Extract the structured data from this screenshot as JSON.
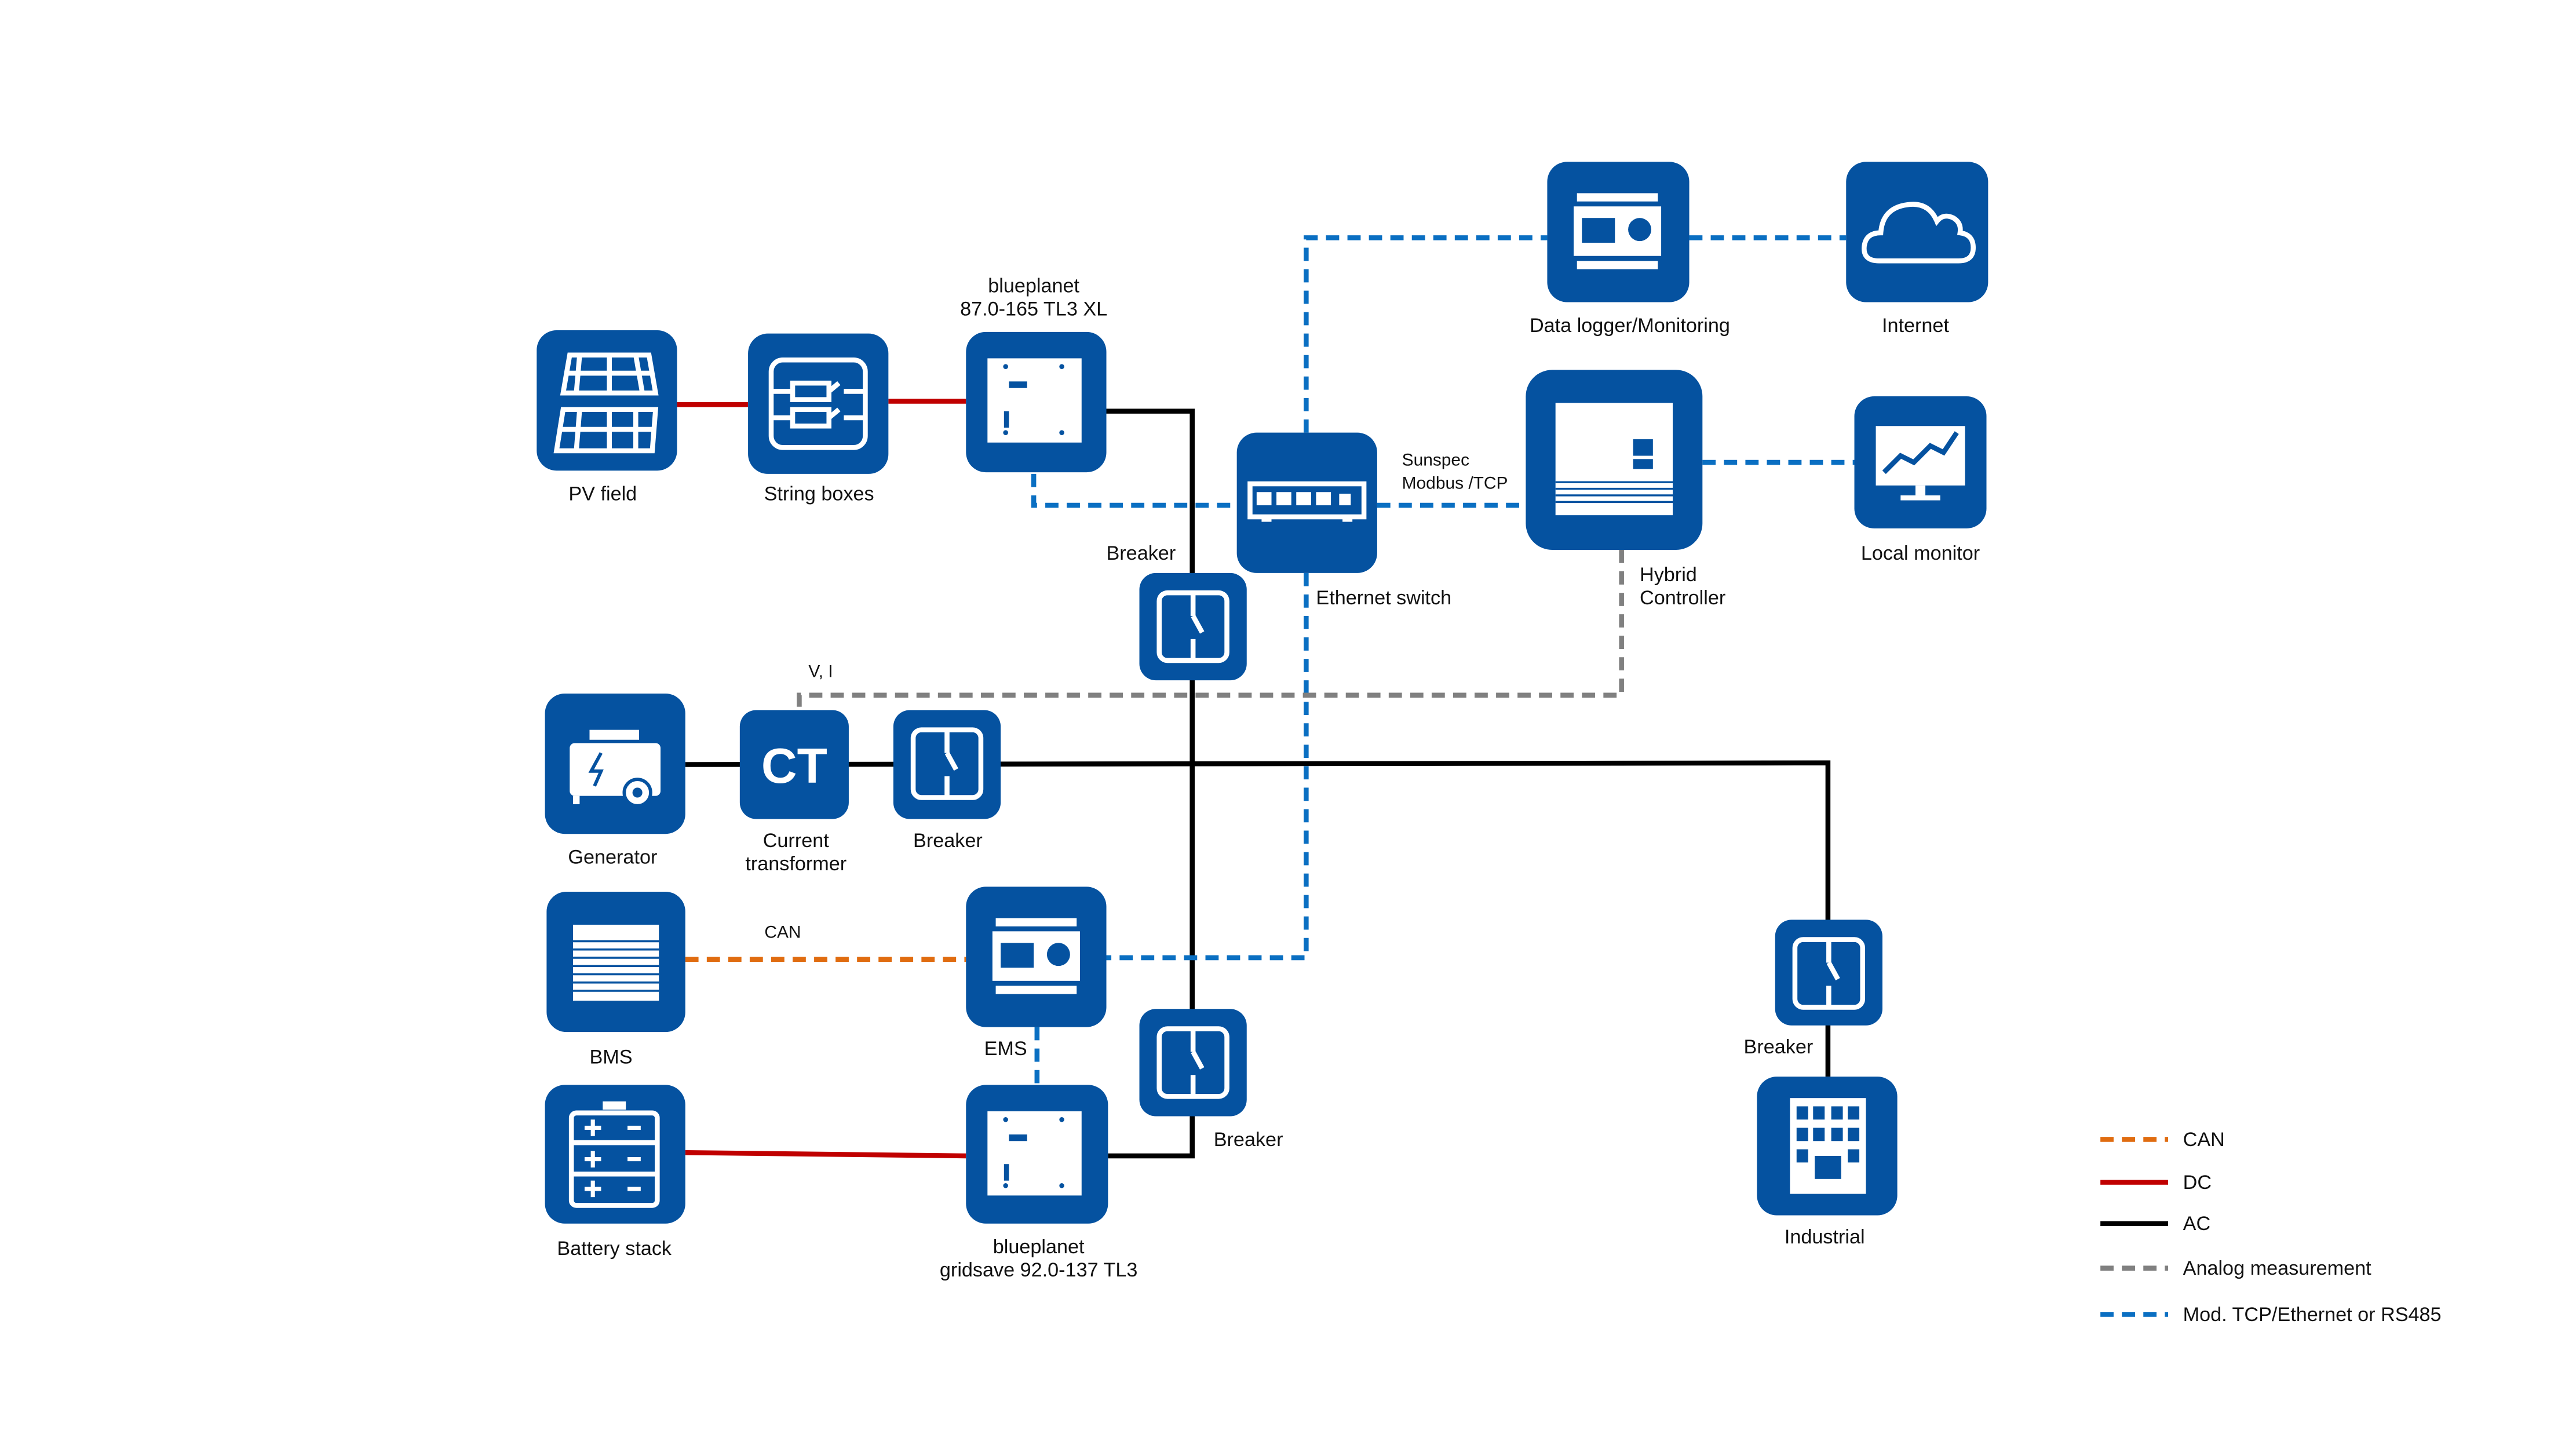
{
  "colors": {
    "device": "#0552a0",
    "can": "#e06c10",
    "dc": "#c00000",
    "ac": "#000000",
    "analog": "#808080",
    "network": "#0a6fc2"
  },
  "nodes": {
    "pv_field": {
      "label": "PV field",
      "icon": "solar-panel-icon"
    },
    "string_boxes": {
      "label": "String boxes",
      "icon": "string-box-icon"
    },
    "inverter_xl": {
      "label1": "blueplanet",
      "label2": "87.0-165 TL3 XL",
      "icon": "inverter-icon"
    },
    "breaker_top": {
      "label": "Breaker",
      "icon": "breaker-icon"
    },
    "ethernet_switch": {
      "label": "Ethernet switch",
      "icon": "network-switch-icon"
    },
    "data_logger": {
      "label": "Data logger/Monitoring",
      "icon": "data-logger-icon"
    },
    "internet": {
      "label": "Internet",
      "icon": "cloud-icon"
    },
    "hybrid_controller": {
      "label1": "Hybrid",
      "label2": "Controller",
      "icon": "controller-icon"
    },
    "local_monitor": {
      "label": "Local monitor",
      "icon": "monitor-icon"
    },
    "generator": {
      "label": "Generator",
      "icon": "generator-icon"
    },
    "current_transformer": {
      "label1": "Current",
      "label2": "transformer",
      "icon_text": "CT"
    },
    "breaker_mid": {
      "label": "Breaker",
      "icon": "breaker-icon"
    },
    "bms": {
      "label": "BMS",
      "icon": "bms-icon"
    },
    "ems": {
      "label": "EMS",
      "icon": "ems-icon"
    },
    "breaker_low": {
      "label": "Breaker",
      "icon": "breaker-icon"
    },
    "battery_stack": {
      "label": "Battery stack",
      "icon": "battery-icon"
    },
    "gridsave": {
      "label1": "blueplanet",
      "label2": "gridsave 92.0-137 TL3",
      "icon": "inverter-icon"
    },
    "breaker_right": {
      "label": "Breaker",
      "icon": "breaker-icon"
    },
    "industrial": {
      "label": "Industrial",
      "icon": "building-icon"
    }
  },
  "connection_labels": {
    "sunspec1": "Sunspec",
    "sunspec2": "Modbus /TCP",
    "vi": "V, I",
    "can": "CAN"
  },
  "legend": [
    {
      "label": "CAN",
      "style": "dashed"
    },
    {
      "label": "DC",
      "style": "solid"
    },
    {
      "label": "AC",
      "style": "solid"
    },
    {
      "label": "Analog measurement",
      "style": "dashed"
    },
    {
      "label": "Mod. TCP/Ethernet or RS485",
      "style": "dashed"
    }
  ]
}
